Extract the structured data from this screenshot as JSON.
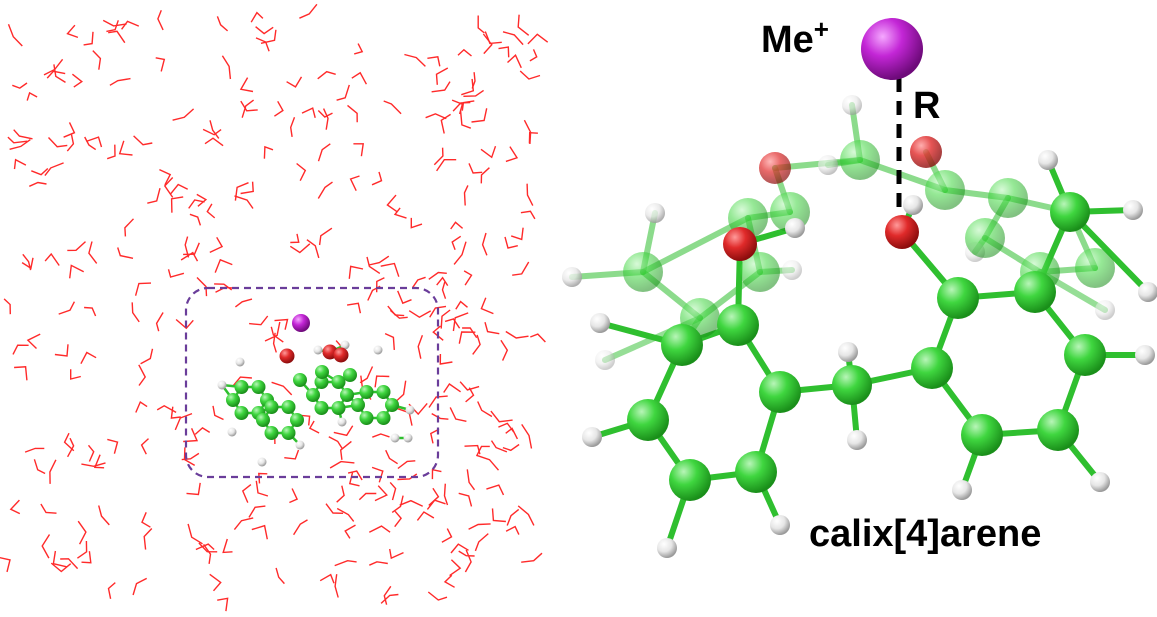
{
  "labels": {
    "ion": "Me",
    "ion_charge": "+",
    "distance": "R",
    "molecule": "calix[4]arene"
  },
  "colors": {
    "solvent": "#ff2a2a",
    "carbon": "#33cc33",
    "oxygen": "#d62020",
    "hydrogen": "#e8e8e8",
    "ion": "#b01fc0",
    "box": "#6a3d9a",
    "bond": "#2fbf2f"
  }
}
